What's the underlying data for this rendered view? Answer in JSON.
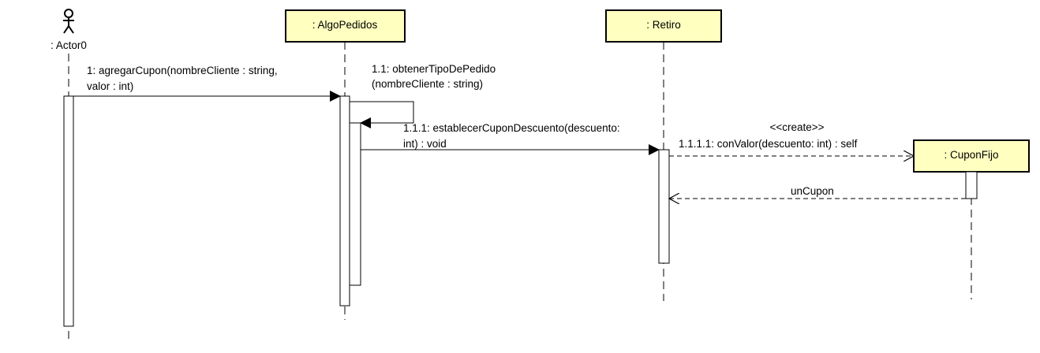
{
  "colors": {
    "lifeline_fill": "#ffffc0",
    "stroke": "#000000",
    "background": "#ffffff"
  },
  "participants": {
    "actor": {
      "label": ": Actor0",
      "icon": "stick-figure-icon"
    },
    "algo": {
      "label": ": AlgoPedidos"
    },
    "retiro": {
      "label": ": Retiro"
    },
    "cupon": {
      "label": ": CuponFijo"
    }
  },
  "messages": {
    "m1": {
      "line1": "1: agregarCupon(nombreCliente : string,",
      "line2": "valor : int)"
    },
    "m11": {
      "line1": "1.1: obtenerTipoDePedido",
      "line2": "(nombreCliente : string)"
    },
    "m111": {
      "line1": "1.1.1: establecerCuponDescuento(descuento:",
      "line2": "int) : void"
    },
    "m1111": {
      "stereotype": "<<create>>",
      "label": "1.1.1.1: conValor(descuento: int) : self"
    },
    "ret": {
      "label": "unCupon"
    }
  }
}
